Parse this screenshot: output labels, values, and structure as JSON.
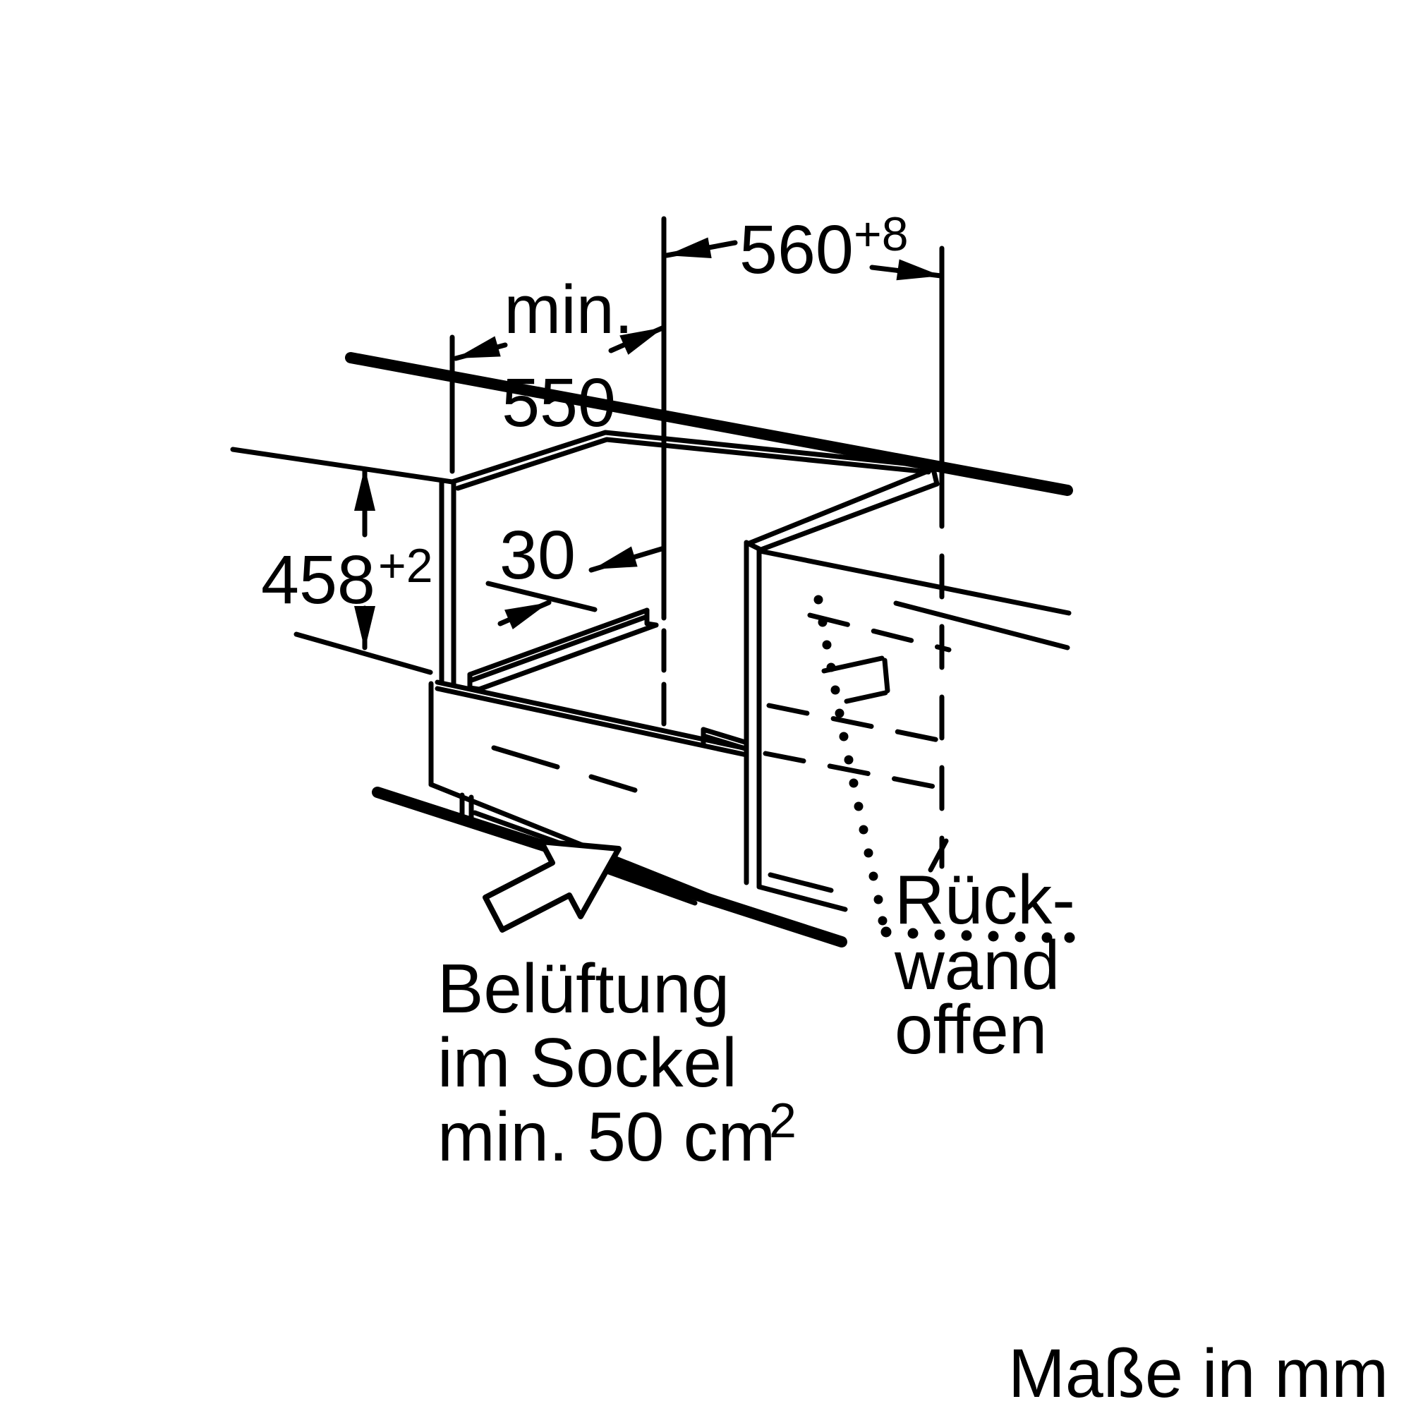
{
  "diagram": {
    "title_hint": "built-in appliance niche installation drawing",
    "ink_color": "#000000",
    "background_color": "#ffffff",
    "units": "mm",
    "dimensions": {
      "min_depth": {
        "line1": "min.",
        "line2": "550"
      },
      "niche_width": {
        "value": "560",
        "tolerance": "+8"
      },
      "niche_height": {
        "value": "458",
        "tolerance": "+2"
      },
      "rail_offset": {
        "value": "30"
      }
    },
    "notes": {
      "ventilation": {
        "line1": "Belüftung",
        "line2": "im Sockel",
        "line3": "min. 50 cm",
        "sup": "2"
      },
      "back_wall": {
        "line1": "Rück-",
        "line2": "wand",
        "line3": "offen"
      }
    },
    "footer": {
      "units_note": "Maße in mm"
    }
  }
}
